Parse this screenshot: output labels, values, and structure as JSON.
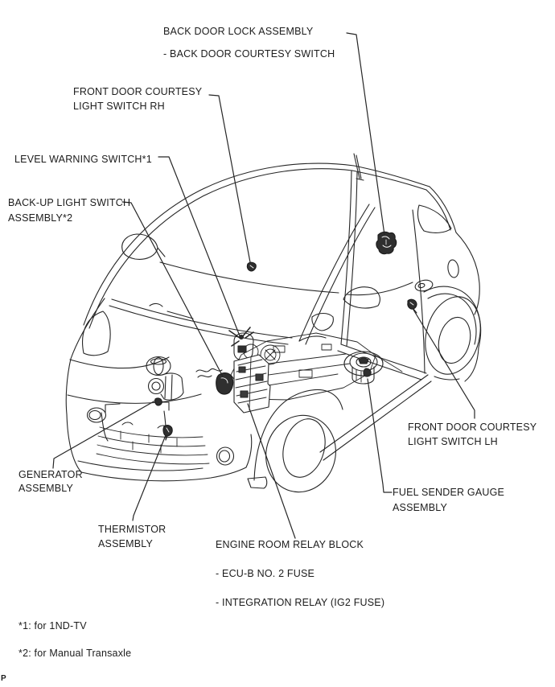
{
  "labels": {
    "back_door_lock": {
      "line1": "BACK DOOR LOCK ASSEMBLY",
      "line2": "- BACK DOOR COURTESY SWITCH"
    },
    "front_door_rh": {
      "line1": "FRONT DOOR COURTESY",
      "line2": "LIGHT SWITCH RH"
    },
    "level_warning": {
      "line1": "LEVEL WARNING SWITCH*1"
    },
    "backup_light": {
      "line1": "BACK-UP LIGHT SWITCH",
      "line2": "ASSEMBLY*2"
    },
    "generator": {
      "line1": "GENERATOR",
      "line2": "ASSEMBLY"
    },
    "thermistor": {
      "line1": "THERMISTOR",
      "line2": "ASSEMBLY"
    },
    "engine_relay": {
      "line1": "ENGINE ROOM RELAY BLOCK",
      "line2": "- ECU-B NO. 2 FUSE",
      "line3": "- INTEGRATION RELAY (IG2 FUSE)"
    },
    "fuel_sender": {
      "line1": "FUEL SENDER GAUGE",
      "line2": "ASSEMBLY"
    },
    "front_door_lh": {
      "line1": "FRONT DOOR COURTESY",
      "line2": "LIGHT SWITCH LH"
    }
  },
  "footnotes": {
    "note1": "*1: for 1ND-TV",
    "note2": "*2: for Manual Transaxle"
  },
  "page_marker": "P",
  "colors": {
    "line": "#262626",
    "background": "#ffffff"
  }
}
